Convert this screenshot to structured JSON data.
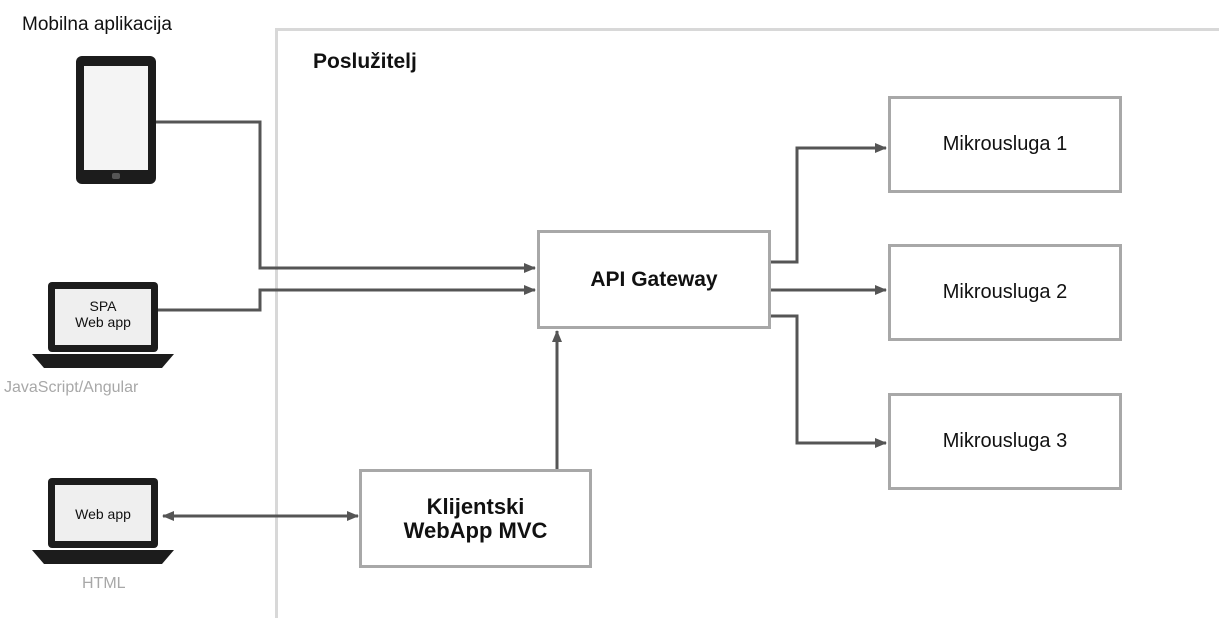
{
  "mobile": {
    "label": "Mobilna aplikacija"
  },
  "server": {
    "title": "Poslužitelj"
  },
  "spa": {
    "screen_text": "SPA\nWeb app",
    "caption": "JavaScript/Angular"
  },
  "web": {
    "screen_text": "Web app",
    "caption": "HTML"
  },
  "gateway": {
    "label": "API Gateway"
  },
  "mvc": {
    "label": "Klijentski\nWebApp MVC"
  },
  "microservices": [
    "Mikrousluga 1",
    "Mikrousluga 2",
    "Mikrousluga 3"
  ],
  "colors": {
    "line": "#555555",
    "box_border": "#a8a8a8",
    "frame": "#d8d8d8",
    "caption": "#a8a8a8",
    "device": "#1c1c1c"
  }
}
